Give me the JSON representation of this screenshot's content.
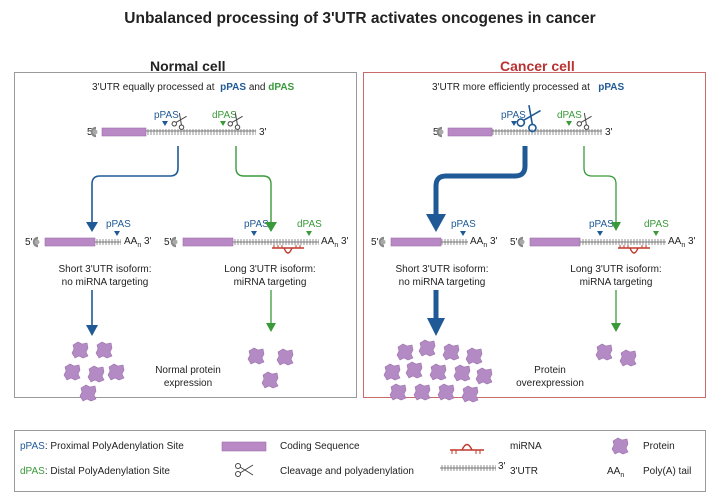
{
  "title": "Unbalanced processing of 3'UTR activates oncogenes in cancer",
  "normal": {
    "heading": "Normal cell",
    "subtitle_prefix": "3'UTR equally processed at",
    "subtitle_ppas": "pPAS",
    "subtitle_and": "and",
    "subtitle_dpas": "dPAS",
    "short_isoform": [
      "Short 3'UTR isoform:",
      "no miRNA targeting"
    ],
    "long_isoform": [
      "Long 3'UTR isoform:",
      "miRNA targeting"
    ],
    "outcome": [
      "Normal protein",
      "expression"
    ]
  },
  "cancer": {
    "heading": "Cancer cell",
    "subtitle_prefix": "3'UTR more efficiently processed at",
    "subtitle_ppas": "pPAS",
    "short_isoform": [
      "Short 3'UTR isoform:",
      "no miRNA targeting"
    ],
    "long_isoform": [
      "Long 3'UTR isoform:",
      "miRNA targeting"
    ],
    "outcome": [
      "Protein",
      "overexpression"
    ]
  },
  "labels": {
    "ppas": "pPAS",
    "dpas": "dPAS",
    "five_prime": "5'",
    "three_prime": "3'",
    "polya": "AA",
    "polya_sub": "n"
  },
  "legend": {
    "ppas_abbr": "pPAS",
    "ppas_desc": ": Proximal PolyAdenylation Site",
    "dpas_abbr": "dPAS",
    "dpas_desc": ": Distal PolyAdenylation Site",
    "coding": "Coding Sequence",
    "cleavage": "Cleavage and polyadenylation",
    "mirna": "miRNA",
    "utr_3": "3'",
    "utr": "3'UTR",
    "protein": "Protein",
    "polya_symbol": "AA",
    "polya_symbol_sub": "n",
    "polya_desc": "Poly(A) tail"
  },
  "colors": {
    "blue": "#1f5a96",
    "green": "#3a9a3a",
    "coding": "#b889c4",
    "protein": "#b48ac4",
    "mirna": "#c0392b",
    "cancer_title": "#b83232",
    "cancer_border": "#c96b6b"
  },
  "icons": [
    "scissors-icon",
    "cap-icon",
    "mirna-icon",
    "protein-icon",
    "pas-marker-icon"
  ]
}
